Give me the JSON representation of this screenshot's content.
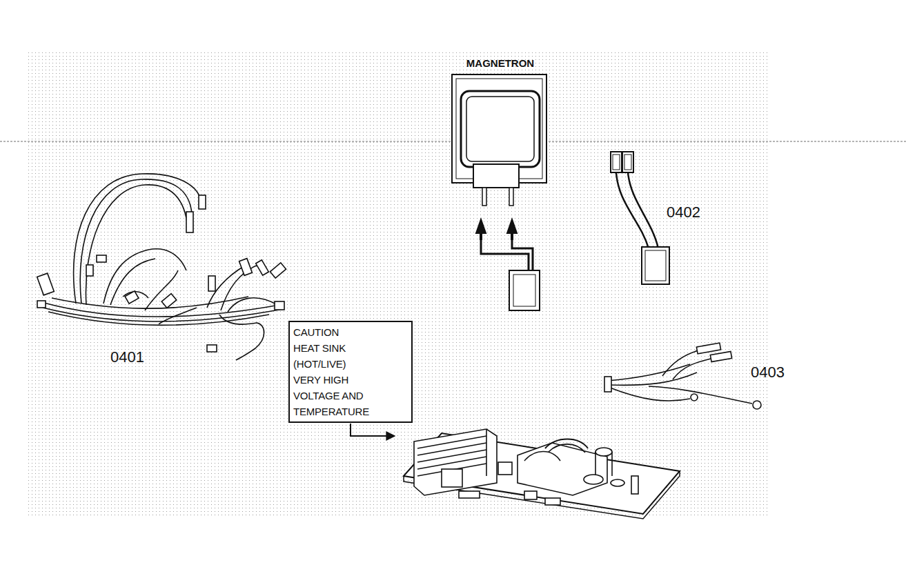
{
  "diagram": {
    "nodes": [
      {
        "text": [
          "CAUTION",
          "HEAT SINK (HOT/LIVE) VERY HIGH VOLTAGE AND TEMPERATURE"
        ]
      }
    ],
    "labels": [
      "MAGNETRON",
      "0402",
      "0401",
      "0403"
    ]
  }
}
